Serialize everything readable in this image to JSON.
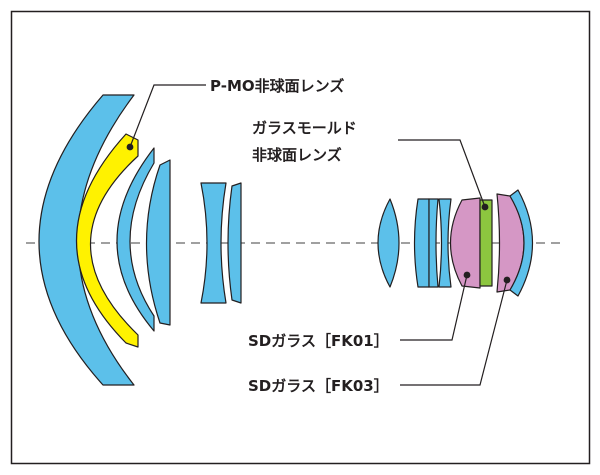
{
  "diagram": {
    "labels": {
      "pmo": "P-MO非球面レンズ",
      "glass_mold_line1": "ガラスモールド",
      "glass_mold_line2": "非球面レンズ",
      "sd_fk01": "SDガラス［FK01］",
      "sd_fk03": "SDガラス［FK03］"
    },
    "colors": {
      "frame": "#231f20",
      "lens_blue": "#5cc0ea",
      "lens_yellow": "#fff200",
      "lens_pink": "#d597c5",
      "lens_green": "#8cc63f",
      "stroke": "#231f20",
      "axis": "#404040"
    },
    "icons": {
      "marker": "filled-dot"
    }
  }
}
